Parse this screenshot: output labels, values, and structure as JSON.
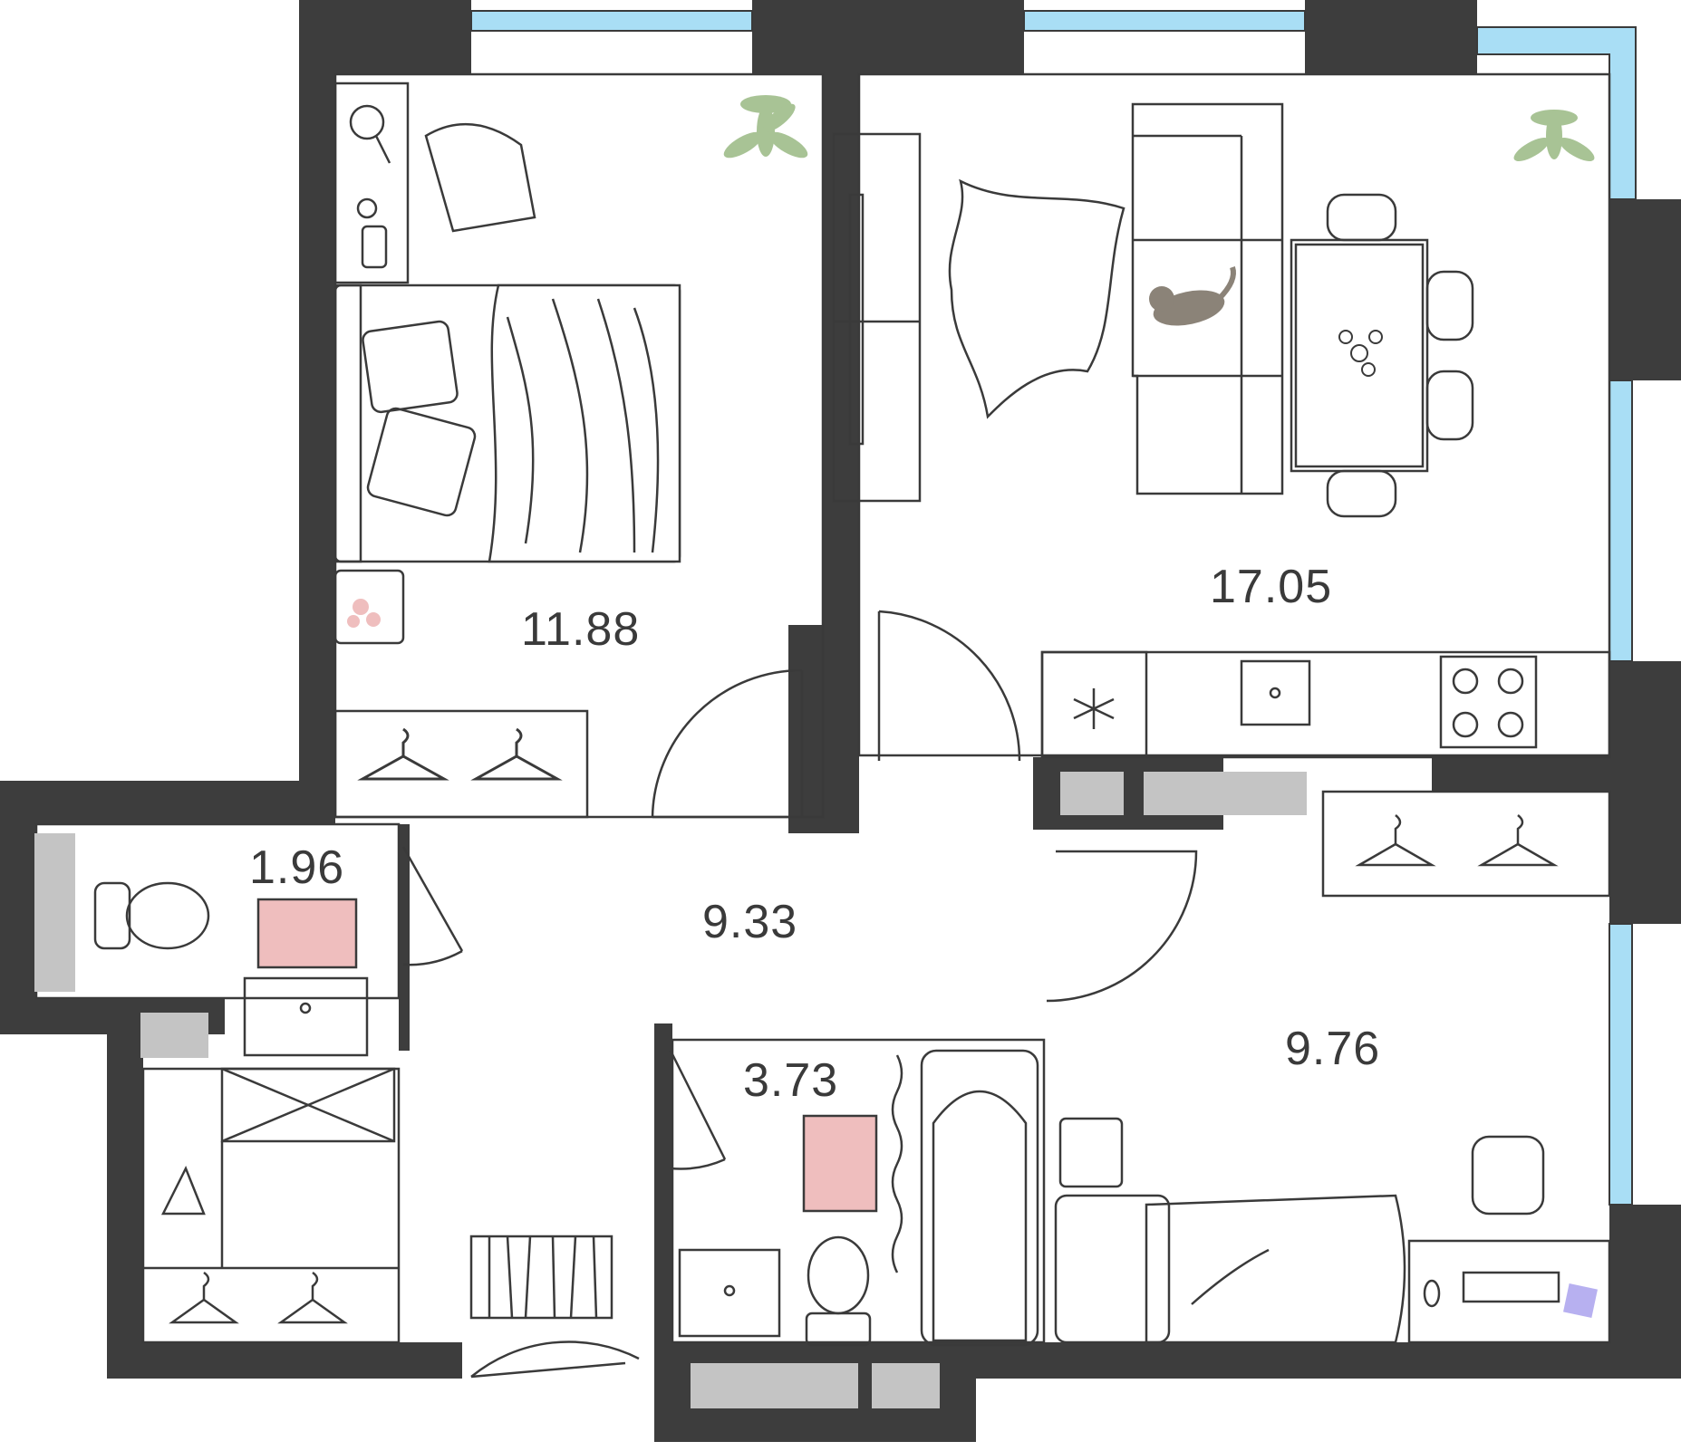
{
  "colors": {
    "wall": "#3d3d3d",
    "window": "#a9def5",
    "line": "#3a3a3a",
    "fill_grey": "#c4c4c4",
    "rug_pink": "#efbebe",
    "plant": "#9fbd8a",
    "cat": "#8b8378",
    "book": "#b7b0f0",
    "background": "#ffffff"
  },
  "rooms": [
    {
      "id": "bedroom",
      "label": "11.88"
    },
    {
      "id": "living-kitchen",
      "label": "17.05"
    },
    {
      "id": "toilet",
      "label": "1.96"
    },
    {
      "id": "hallway",
      "label": "9.33"
    },
    {
      "id": "bathroom",
      "label": "3.73"
    },
    {
      "id": "kids-room",
      "label": "9.76"
    }
  ]
}
